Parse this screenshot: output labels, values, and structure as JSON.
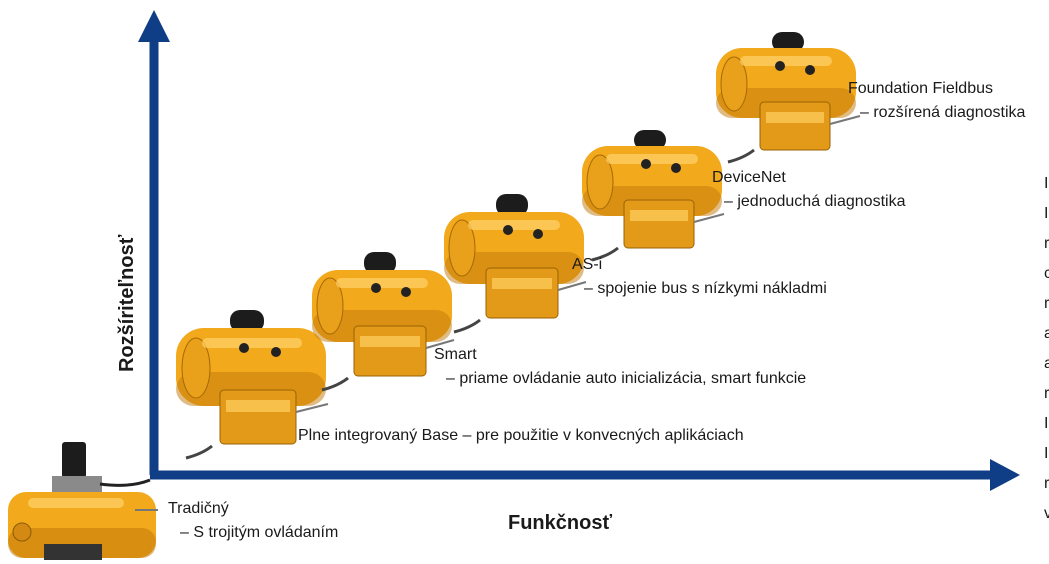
{
  "axes": {
    "y_label": "Rozšíriteľnosť",
    "x_label": "Funkčnosť",
    "color": "#0f3e86"
  },
  "stages": [
    {
      "title": "Tradičný",
      "desc": "– S trojitým ovládaním"
    },
    {
      "title": "Plne integrovaný Base – pre použitie v konvecných aplikáciach",
      "desc": ""
    },
    {
      "title": "Smart",
      "desc": "– priame ovládanie auto inicializácia, smart funkcie"
    },
    {
      "title": "AS-i",
      "desc": "– spojenie bus s nízkymi nákladmi"
    },
    {
      "title": "DeviceNet",
      "desc": "– jednoduchá diagnostika"
    },
    {
      "title": "Foundation Fieldbus",
      "desc": "– rozšírená diagnostika"
    }
  ],
  "edge_letters": [
    "I",
    "I",
    "r",
    "c",
    "r",
    "a",
    "a",
    "r",
    "I",
    "I",
    "r",
    "v"
  ],
  "colors": {
    "actuator": "#f2a91c",
    "actuator_dark": "#c27a0a",
    "cap": "#1c1c1c",
    "module": "#e39a18"
  }
}
